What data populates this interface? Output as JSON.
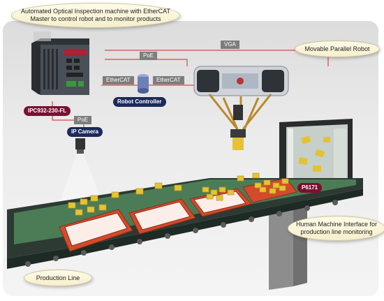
{
  "callouts": {
    "aoi": "Automated Optical Inspection machine with EtherCAT Master to control robot and to monitor products",
    "robot": "Movable Parallel Robot",
    "hmi": "Human Machine Interface for production line monitoring",
    "line": "Production Line"
  },
  "tags": {
    "ipc": "IPC932-230-FL",
    "camera": "IP Camera",
    "controller": "Robot Controller",
    "hmi_model": "P6171"
  },
  "connections": {
    "poe_top": "PoE",
    "vga": "VGA",
    "ethercat_left": "EtherCAT",
    "ethercat_right": "EtherCAT",
    "poe_camera": "PoE"
  },
  "colors": {
    "accent_maroon": "#7a1030",
    "accent_navy": "#1c2a5c",
    "cable_red": "#d44a4a"
  }
}
